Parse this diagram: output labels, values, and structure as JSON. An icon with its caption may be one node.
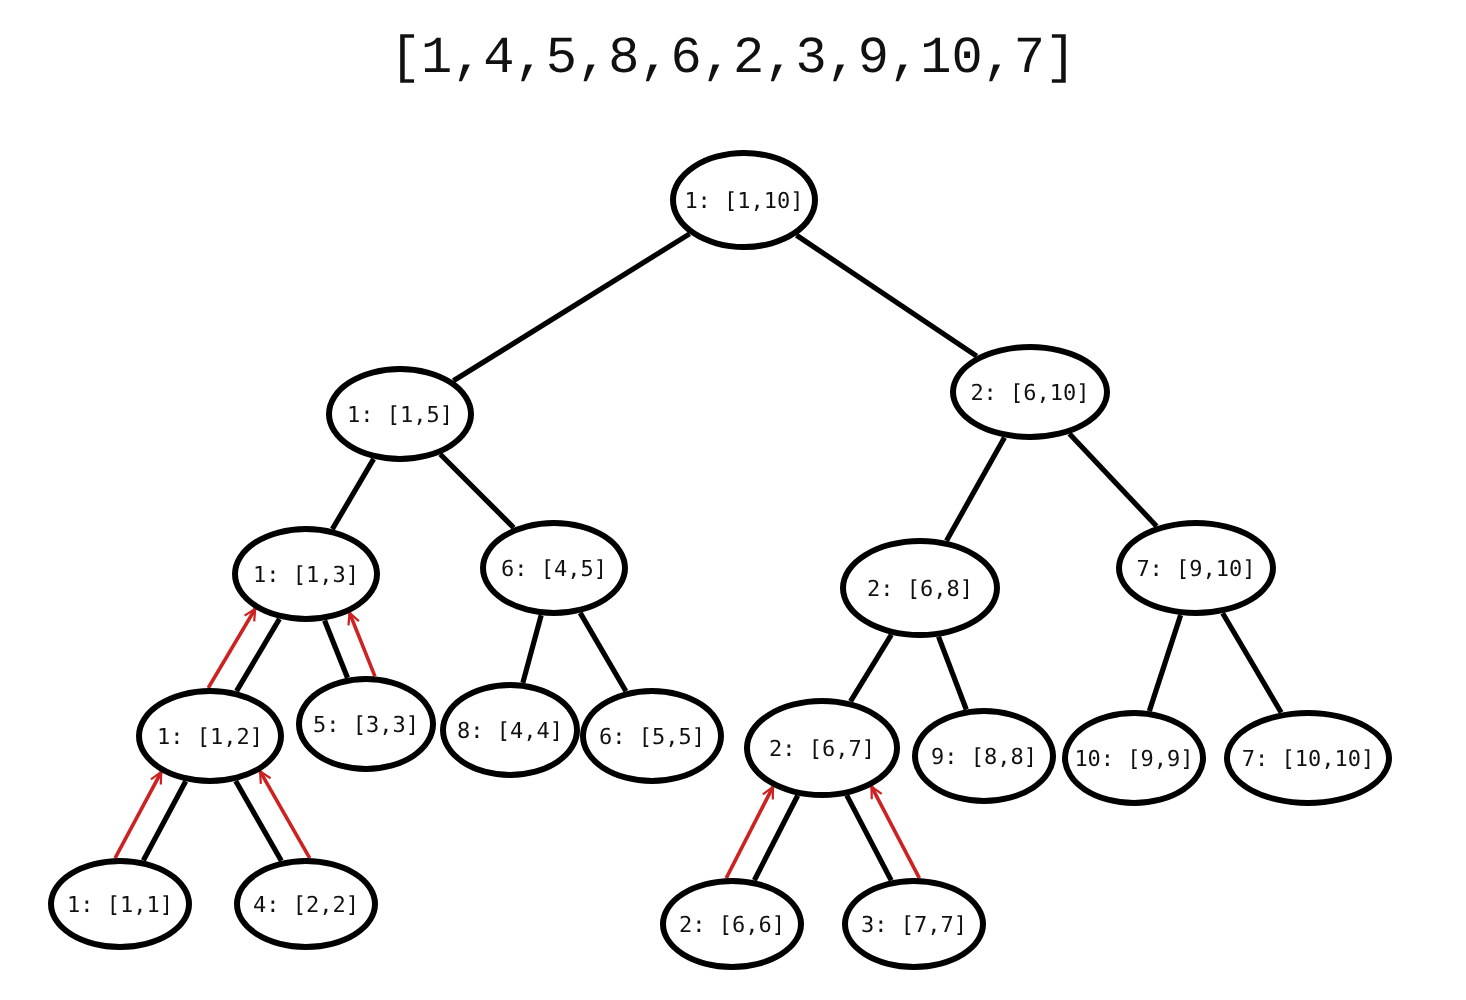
{
  "diagram": {
    "title": "[1,4,5,8,6,2,3,9,10,7]",
    "nodes": [
      {
        "text": [
          "1: [1,10]"
        ]
      },
      {
        "text": [
          "1: [1,5]"
        ]
      },
      {
        "text": [
          "2: [6,10]"
        ]
      },
      {
        "text": [
          "1: [1,3]"
        ]
      },
      {
        "text": [
          "6: [4,5]"
        ]
      },
      {
        "text": [
          "2: [6,8]"
        ]
      },
      {
        "text": [
          "7: [9,10]"
        ]
      },
      {
        "text": [
          "1: [1,2]"
        ]
      },
      {
        "text": [
          "5: [3,3]"
        ]
      },
      {
        "text": [
          "8: [4,4]"
        ]
      },
      {
        "text": [
          "6: [5,5]"
        ]
      },
      {
        "text": [
          "2: [6,7]"
        ]
      },
      {
        "text": [
          "9: [8,8]"
        ]
      },
      {
        "text": [
          "10: [9,9]"
        ]
      },
      {
        "text": [
          "7: [10,10]"
        ]
      },
      {
        "text": [
          "1: [1,1]"
        ]
      },
      {
        "text": [
          "4: [2,2]"
        ]
      },
      {
        "text": [
          "2: [6,6]"
        ]
      },
      {
        "text": [
          "3: [7,7]"
        ]
      }
    ],
    "edges": [
      {
        "from": 0,
        "to": 1,
        "arrow": "none"
      },
      {
        "from": 0,
        "to": 2,
        "arrow": "none"
      },
      {
        "from": 1,
        "to": 3,
        "arrow": "none"
      },
      {
        "from": 1,
        "to": 4,
        "arrow": "none"
      },
      {
        "from": 2,
        "to": 5,
        "arrow": "none"
      },
      {
        "from": 2,
        "to": 6,
        "arrow": "none"
      },
      {
        "from": 3,
        "to": 7,
        "arrow": "none"
      },
      {
        "from": 3,
        "to": 8,
        "arrow": "none"
      },
      {
        "from": 4,
        "to": 9,
        "arrow": "none"
      },
      {
        "from": 4,
        "to": 10,
        "arrow": "none"
      },
      {
        "from": 5,
        "to": 11,
        "arrow": "none"
      },
      {
        "from": 5,
        "to": 12,
        "arrow": "none"
      },
      {
        "from": 6,
        "to": 13,
        "arrow": "none"
      },
      {
        "from": 6,
        "to": 14,
        "arrow": "none"
      },
      {
        "from": 7,
        "to": 15,
        "arrow": "none"
      },
      {
        "from": 7,
        "to": 16,
        "arrow": "none"
      },
      {
        "from": 11,
        "to": 17,
        "arrow": "none"
      },
      {
        "from": 11,
        "to": 18,
        "arrow": "none"
      },
      {
        "from": 7,
        "to": 3,
        "arrow": "to",
        "color": "#cc2222"
      },
      {
        "from": 8,
        "to": 3,
        "arrow": "to",
        "color": "#cc2222"
      },
      {
        "from": 15,
        "to": 7,
        "arrow": "to",
        "color": "#cc2222"
      },
      {
        "from": 16,
        "to": 7,
        "arrow": "to",
        "color": "#cc2222"
      },
      {
        "from": 17,
        "to": 11,
        "arrow": "to",
        "color": "#cc2222"
      },
      {
        "from": 18,
        "to": 11,
        "arrow": "to",
        "color": "#cc2222"
      }
    ]
  }
}
